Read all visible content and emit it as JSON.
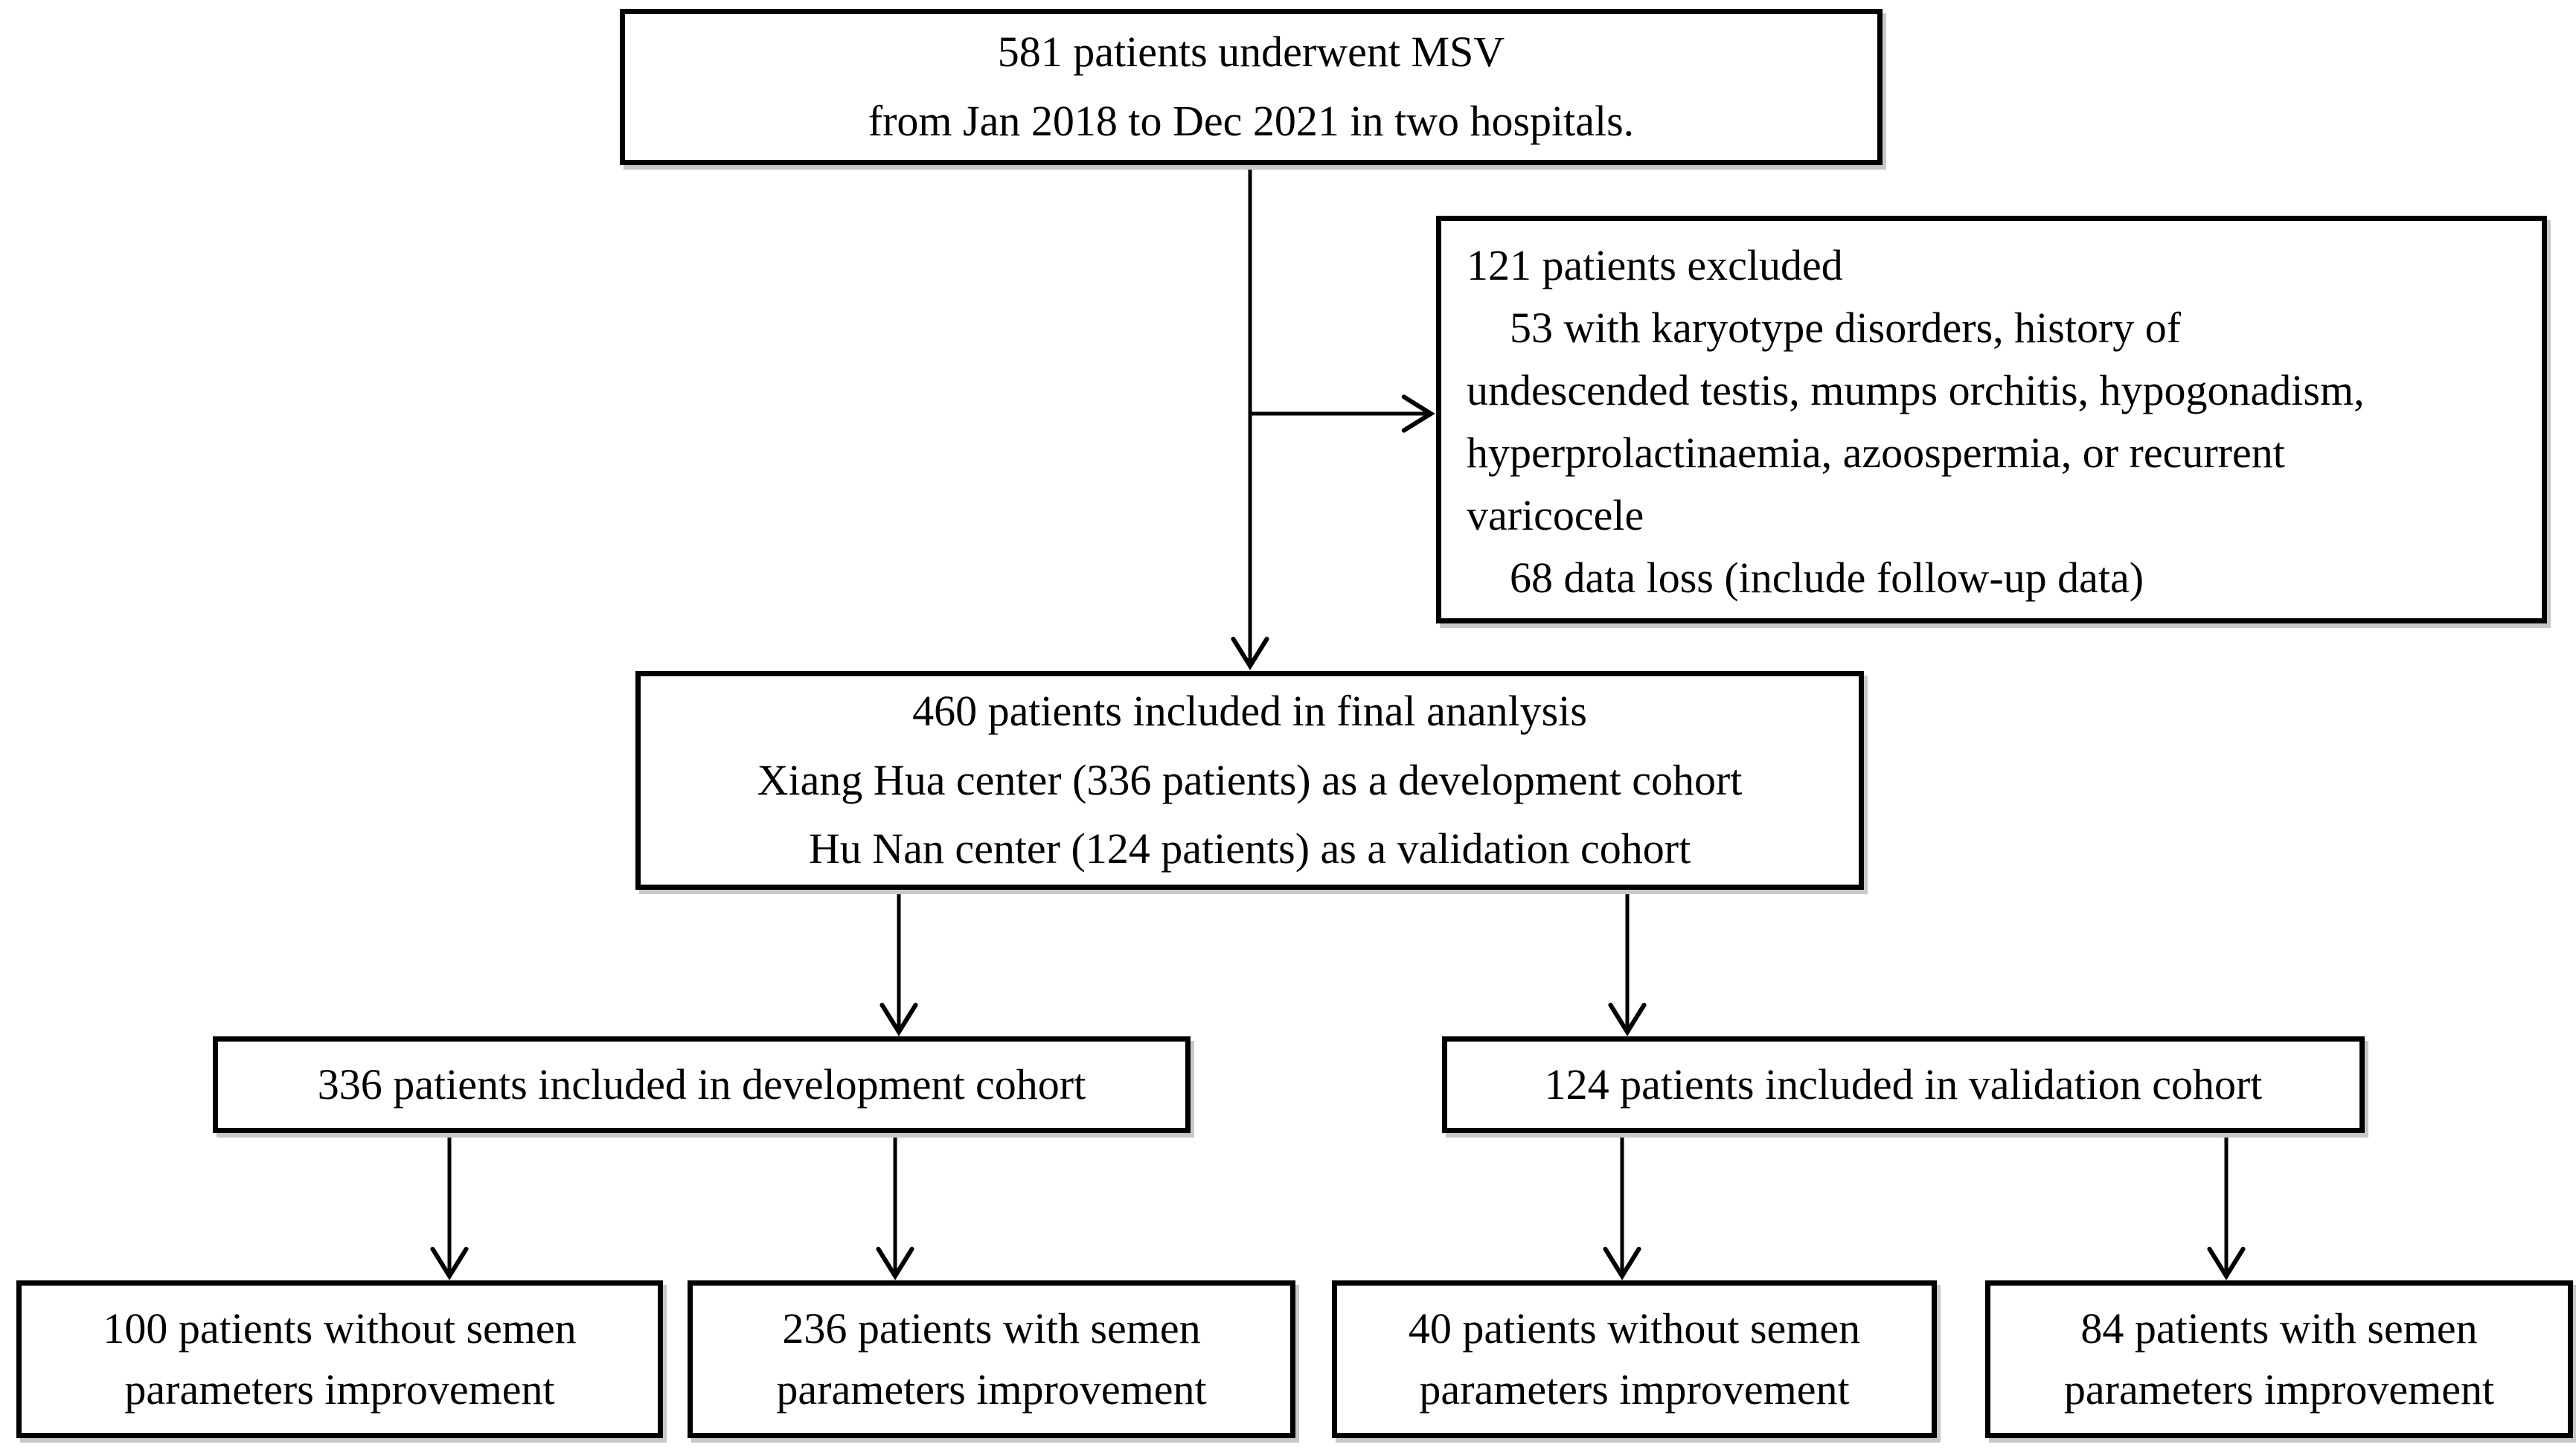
{
  "figure": {
    "type": "patient-flow-diagram",
    "nodes": {
      "underwent": {
        "text": "581 patients underwent MSV\nfrom Jan 2018 to Dec 2021 in two hospitals."
      },
      "excluded": {
        "text": "121 patients excluded\n    53 with karyotype disorders, history of\nundescended testis, mumps orchitis, hypogonadism,\nhyperprolactinaemia, azoospermia, or recurrent\nvaricocele\n    68 data loss (include follow-up data)"
      },
      "final": {
        "text": "460 patients included in final ananlysis\nXiang Hua center (336 patients) as a development cohort\nHu Nan center (124 patients) as a validation cohort"
      },
      "development": {
        "text": "336 patients included in development cohort"
      },
      "validation": {
        "text": "124 patients included in validation cohort"
      },
      "dev_without": {
        "text": "100 patients without semen\nparameters improvement"
      },
      "dev_with": {
        "text": "236 patients with semen\nparameters improvement"
      },
      "val_without": {
        "text": "40 patients without semen\nparameters improvement"
      },
      "val_with": {
        "text": "84 patients with semen\nparameters improvement"
      }
    },
    "edges": [
      {
        "from": "underwent",
        "to": "final"
      },
      {
        "from": "underwent",
        "to": "excluded"
      },
      {
        "from": "final",
        "to": "development"
      },
      {
        "from": "final",
        "to": "validation"
      },
      {
        "from": "development",
        "to": "dev_without"
      },
      {
        "from": "development",
        "to": "dev_with"
      },
      {
        "from": "validation",
        "to": "val_without"
      },
      {
        "from": "validation",
        "to": "val_with"
      }
    ]
  },
  "colors": {
    "background": "#ffffff",
    "line": "#000000",
    "text": "#000000"
  }
}
